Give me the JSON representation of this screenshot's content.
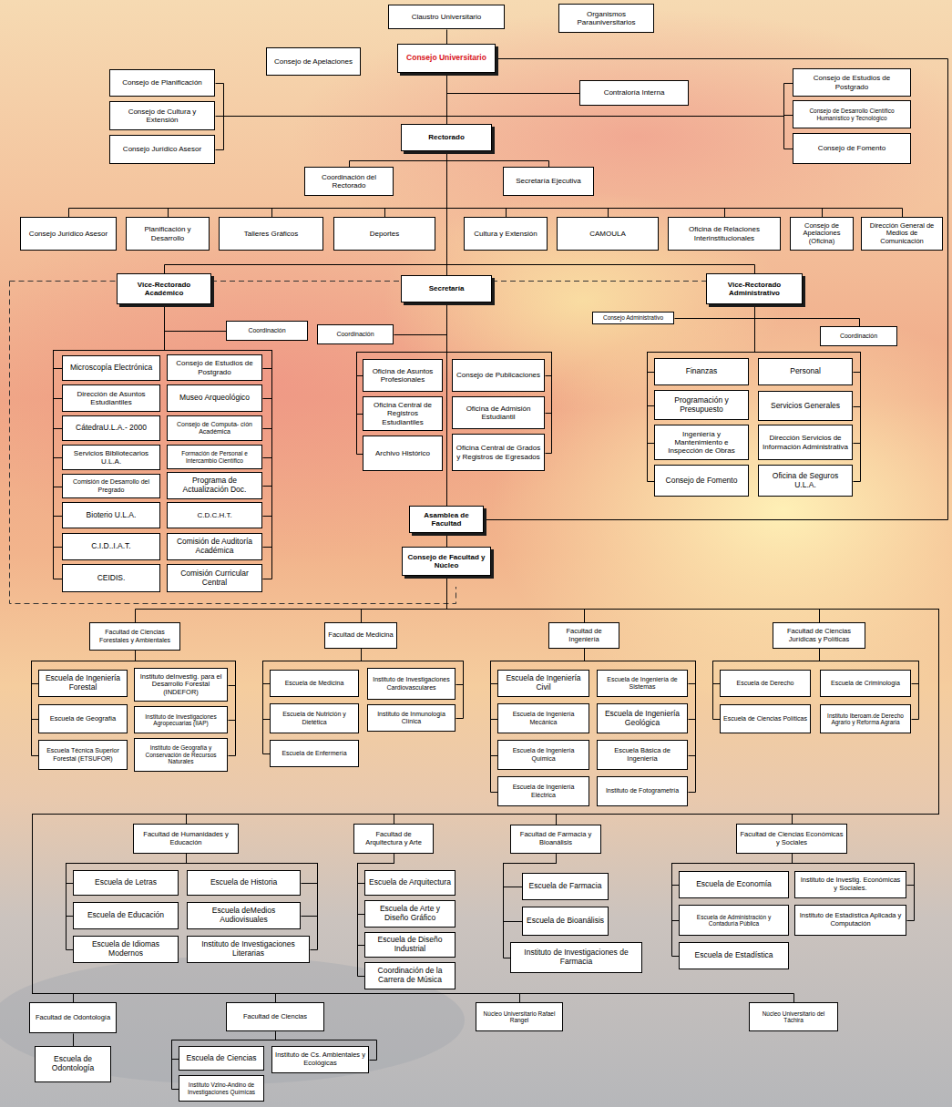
{
  "diagram": {
    "nodes": [
      {
        "text": [
          "Claustro Universitario"
        ]
      },
      {
        "text": [
          "Organismos Parauniversitarios"
        ]
      },
      {
        "text": [
          "Consejo de Apelaciones"
        ]
      },
      {
        "text": [
          "Consejo Universitario"
        ]
      },
      {
        "text": [
          "Consejo de Planificación"
        ]
      },
      {
        "text": [
          "Consejo de Cultura y Extensión"
        ]
      },
      {
        "text": [
          "Consejo Jurídico Asesor"
        ]
      },
      {
        "text": [
          "Contraloría Interna"
        ]
      },
      {
        "text": [
          "Consejo de Estudios de Postgrado"
        ]
      },
      {
        "text": [
          "Consejo de Desarrollo Científico Humanístico y Tecnológico"
        ]
      },
      {
        "text": [
          "Consejo de Fomento"
        ]
      },
      {
        "text": [
          "Rectorado"
        ]
      },
      {
        "text": [
          "Coordinación del Rectorado"
        ]
      },
      {
        "text": [
          "Secretaría Ejecutiva"
        ]
      },
      {
        "text": [
          "Consejo Jurídico Asesor"
        ]
      },
      {
        "text": [
          "Planificación y Desarrollo"
        ]
      },
      {
        "text": [
          "Talleres Gráficos"
        ]
      },
      {
        "text": [
          "Deportes"
        ]
      },
      {
        "text": [
          "Cultura y Extensión"
        ]
      },
      {
        "text": [
          "CAMOULA"
        ]
      },
      {
        "text": [
          "Oficina de Relaciones Interinstitucionales"
        ]
      },
      {
        "text": [
          "Consejo de Apelaciones (Oficina)"
        ]
      },
      {
        "text": [
          "Dirección General de Medios de Comunicación"
        ]
      },
      {
        "text": [
          "Vice-Rectorado Académico"
        ]
      },
      {
        "text": [
          "Secretaría"
        ]
      },
      {
        "text": [
          "Vice-Rectorado Administrativo"
        ]
      },
      {
        "text": [
          "Coordinación"
        ]
      },
      {
        "text": [
          "Coordinación"
        ]
      },
      {
        "text": [
          "Consejo Administrativo"
        ]
      },
      {
        "text": [
          "Coordinación"
        ]
      },
      {
        "text": [
          "Microscopía Electrónica"
        ]
      },
      {
        "text": [
          "Dirección de Asuntos Estudiantiles"
        ]
      },
      {
        "text": [
          "CátedraU.L.A.- 2000"
        ]
      },
      {
        "text": [
          "Servicios Bibliotecarios U.L.A."
        ]
      },
      {
        "text": [
          "Comisión de Desarrollo del Pregrado"
        ]
      },
      {
        "text": [
          "Bioterio U.L.A."
        ]
      },
      {
        "text": [
          "C.I.D..I.A.T."
        ]
      },
      {
        "text": [
          "CEIDIS."
        ]
      },
      {
        "text": [
          "Consejo de Estudios de Postgrado"
        ]
      },
      {
        "text": [
          "Museo Arqueológico"
        ]
      },
      {
        "text": [
          "Consejo de Computa- ción Académica"
        ]
      },
      {
        "text": [
          "Formación de Personal e Intercambio Científico"
        ]
      },
      {
        "text": [
          "Programa de Actualización Doc."
        ]
      },
      {
        "text": [
          "C.D.C.H.T."
        ]
      },
      {
        "text": [
          "Comisión de Auditoría Académica"
        ]
      },
      {
        "text": [
          "Comisión Curricular Central"
        ]
      },
      {
        "text": [
          "Oficina de Asuntos Profesionales"
        ]
      },
      {
        "text": [
          "Oficina Central de Registros Estudiantiles"
        ]
      },
      {
        "text": [
          "Archivo Histórico"
        ]
      },
      {
        "text": [
          "Consejo de Publicaciones"
        ]
      },
      {
        "text": [
          "Oficina de Admisión Estudiantil"
        ]
      },
      {
        "text": [
          "Oficina Central de Grados y Registros de Egresados"
        ]
      },
      {
        "text": [
          "Finanzas"
        ]
      },
      {
        "text": [
          "Programación y Presupuesto"
        ]
      },
      {
        "text": [
          "Ingeniería y Mantenimiento e Inspección de Obras"
        ]
      },
      {
        "text": [
          "Consejo de Fomento"
        ]
      },
      {
        "text": [
          "Personal"
        ]
      },
      {
        "text": [
          "Servicios Generales"
        ]
      },
      {
        "text": [
          "Dirección Servicios de Información Administrativa"
        ]
      },
      {
        "text": [
          "Oficina de Seguros U.L.A."
        ]
      },
      {
        "text": [
          "Asamblea de Facultad"
        ]
      },
      {
        "text": [
          "Consejo de Facultad y Núcleo"
        ]
      },
      {
        "text": [
          "Facultad de Ciencias Forestales y Ambientales"
        ]
      },
      {
        "text": [
          "Escuela de Ingeniería Forestal"
        ]
      },
      {
        "text": [
          "Escuela de Geografía"
        ]
      },
      {
        "text": [
          "Escuela Técnica Superior Forestal (ETSUFOR)"
        ]
      },
      {
        "text": [
          "Instituto deInvestig. para el Desarrollo Forestal (INDEFOR)"
        ]
      },
      {
        "text": [
          "Instituto de Investigaciones Agropecuarias (IIAP)"
        ]
      },
      {
        "text": [
          "Instituto de Geografía y Conservación de Recursos Naturales"
        ]
      },
      {
        "text": [
          "Facultad de Medicina"
        ]
      },
      {
        "text": [
          "Escuela de Medicina"
        ]
      },
      {
        "text": [
          "Escuela de Nutrición y Dietética"
        ]
      },
      {
        "text": [
          "Escuela de Enfermería"
        ]
      },
      {
        "text": [
          "Instituto de Investigaciones Cardiovasculares"
        ]
      },
      {
        "text": [
          "Instituto de Inmunología Clínica"
        ]
      },
      {
        "text": [
          "Facultad de Ingeniería"
        ]
      },
      {
        "text": [
          "Escuela de Ingeniería Civil"
        ]
      },
      {
        "text": [
          "Escuela de Ingeniería Mecánica"
        ]
      },
      {
        "text": [
          "Escuela de Ingeniería Química"
        ]
      },
      {
        "text": [
          "Escuela de Ingeniería Eléctrica"
        ]
      },
      {
        "text": [
          "Escuela de Ingeniería de Sistemas"
        ]
      },
      {
        "text": [
          "Escuela de Ingeniería Geológica"
        ]
      },
      {
        "text": [
          "Escuela Básica de Ingeniería"
        ]
      },
      {
        "text": [
          "Instituto de Fotogrametría"
        ]
      },
      {
        "text": [
          "Facultad de Ciencias Jurídicas y Políticas"
        ]
      },
      {
        "text": [
          "Escuela de Derecho"
        ]
      },
      {
        "text": [
          "Escuela de Ciencias Políticas"
        ]
      },
      {
        "text": [
          "Escuela de Criminología"
        ]
      },
      {
        "text": [
          "Instituto Iberoam.de Derecho Agrario y Reforma Agraria"
        ]
      },
      {
        "text": [
          "Facultad de Humanidades y Educación"
        ]
      },
      {
        "text": [
          "Escuela de Letras"
        ]
      },
      {
        "text": [
          "Escuela de Educación"
        ]
      },
      {
        "text": [
          "Escuela de Idiomas Modernos"
        ]
      },
      {
        "text": [
          "Escuela de Historia"
        ]
      },
      {
        "text": [
          "Escuela deMedios Audiovisuales"
        ]
      },
      {
        "text": [
          "Instituto de Investigaciones Literarias"
        ]
      },
      {
        "text": [
          "Facultad de Arquitectura y Arte"
        ]
      },
      {
        "text": [
          "Escuela de Arquitectura"
        ]
      },
      {
        "text": [
          "Escuela de Arte y Diseño Gráfico"
        ]
      },
      {
        "text": [
          "Escuela de Diseño Industrial"
        ]
      },
      {
        "text": [
          "Coordinación de la Carrera de Música"
        ]
      },
      {
        "text": [
          "Facultad de Farmacia y Bioanálisis"
        ]
      },
      {
        "text": [
          "Escuela de Farmacia"
        ]
      },
      {
        "text": [
          "Escuela de Bioanálisis"
        ]
      },
      {
        "text": [
          "Instituto de Investigaciones de Farmacia"
        ]
      },
      {
        "text": [
          "Facultad de Ciencias Económicas y Sociales"
        ]
      },
      {
        "text": [
          "Escuela de Economía"
        ]
      },
      {
        "text": [
          "Escuela de Administración y Contaduría Pública"
        ]
      },
      {
        "text": [
          "Escuela de Estadística"
        ]
      },
      {
        "text": [
          "Instituto de Investig. Económicas y Sociales."
        ]
      },
      {
        "text": [
          "Instituto de Estadística Aplicada y Computación"
        ]
      },
      {
        "text": [
          "Facultad de Odontología"
        ]
      },
      {
        "text": [
          "Escuela de Odontología"
        ]
      },
      {
        "text": [
          "Facultad de Ciencias"
        ]
      },
      {
        "text": [
          "Escuela de Ciencias"
        ]
      },
      {
        "text": [
          "Instituto Vzlno-Andino de Investigaciones Químicas"
        ]
      },
      {
        "text": [
          "Instituto de Cs. Ambientales y Ecológicas"
        ]
      },
      {
        "text": [
          "Núcleo Universitario Rafael Rangel"
        ]
      },
      {
        "text": [
          "Núcleo Universitario del Táchira"
        ]
      }
    ],
    "edges": [
      {
        "from": 0,
        "to": 3,
        "arrow": "none"
      },
      {
        "from": 3,
        "to": 4,
        "arrow": "none"
      },
      {
        "from": 3,
        "to": 5,
        "arrow": "none"
      },
      {
        "from": 3,
        "to": 6,
        "arrow": "none"
      },
      {
        "from": 3,
        "to": 7,
        "arrow": "none"
      },
      {
        "from": 3,
        "to": 8,
        "arrow": "none"
      },
      {
        "from": 3,
        "to": 9,
        "arrow": "none"
      },
      {
        "from": 3,
        "to": 10,
        "arrow": "none"
      },
      {
        "from": 3,
        "to": 11,
        "arrow": "none"
      },
      {
        "from": 3,
        "to": 60,
        "arrow": "none"
      },
      {
        "from": 11,
        "to": 12,
        "arrow": "none"
      },
      {
        "from": 11,
        "to": 13,
        "arrow": "none"
      },
      {
        "from": 11,
        "to": 14,
        "arrow": "none"
      },
      {
        "from": 11,
        "to": 15,
        "arrow": "none"
      },
      {
        "from": 11,
        "to": 16,
        "arrow": "none"
      },
      {
        "from": 11,
        "to": 17,
        "arrow": "none"
      },
      {
        "from": 11,
        "to": 18,
        "arrow": "none"
      },
      {
        "from": 11,
        "to": 19,
        "arrow": "none"
      },
      {
        "from": 11,
        "to": 20,
        "arrow": "none"
      },
      {
        "from": 11,
        "to": 21,
        "arrow": "none"
      },
      {
        "from": 11,
        "to": 22,
        "arrow": "none"
      },
      {
        "from": 11,
        "to": 23,
        "arrow": "none"
      },
      {
        "from": 11,
        "to": 24,
        "arrow": "none"
      },
      {
        "from": 11,
        "to": 25,
        "arrow": "none"
      },
      {
        "from": 23,
        "to": 26,
        "arrow": "none"
      },
      {
        "from": 23,
        "to": 30,
        "arrow": "none"
      },
      {
        "from": 23,
        "to": 31,
        "arrow": "none"
      },
      {
        "from": 23,
        "to": 32,
        "arrow": "none"
      },
      {
        "from": 23,
        "to": 33,
        "arrow": "none"
      },
      {
        "from": 23,
        "to": 34,
        "arrow": "none"
      },
      {
        "from": 23,
        "to": 35,
        "arrow": "none"
      },
      {
        "from": 23,
        "to": 36,
        "arrow": "none"
      },
      {
        "from": 23,
        "to": 37,
        "arrow": "none"
      },
      {
        "from": 23,
        "to": 38,
        "arrow": "none"
      },
      {
        "from": 23,
        "to": 39,
        "arrow": "none"
      },
      {
        "from": 23,
        "to": 40,
        "arrow": "none"
      },
      {
        "from": 23,
        "to": 41,
        "arrow": "none"
      },
      {
        "from": 23,
        "to": 42,
        "arrow": "none"
      },
      {
        "from": 23,
        "to": 43,
        "arrow": "none"
      },
      {
        "from": 23,
        "to": 44,
        "arrow": "none"
      },
      {
        "from": 23,
        "to": 45,
        "arrow": "none"
      },
      {
        "from": 24,
        "to": 27,
        "arrow": "none"
      },
      {
        "from": 24,
        "to": 46,
        "arrow": "none"
      },
      {
        "from": 24,
        "to": 47,
        "arrow": "none"
      },
      {
        "from": 24,
        "to": 48,
        "arrow": "none"
      },
      {
        "from": 24,
        "to": 49,
        "arrow": "none"
      },
      {
        "from": 24,
        "to": 50,
        "arrow": "none"
      },
      {
        "from": 24,
        "to": 51,
        "arrow": "none"
      },
      {
        "from": 24,
        "to": 60,
        "arrow": "none"
      },
      {
        "from": 25,
        "to": 28,
        "arrow": "none"
      },
      {
        "from": 25,
        "to": 29,
        "arrow": "none"
      },
      {
        "from": 25,
        "to": 52,
        "arrow": "none"
      },
      {
        "from": 25,
        "to": 53,
        "arrow": "none"
      },
      {
        "from": 25,
        "to": 54,
        "arrow": "none"
      },
      {
        "from": 25,
        "to": 55,
        "arrow": "none"
      },
      {
        "from": 25,
        "to": 56,
        "arrow": "none"
      },
      {
        "from": 25,
        "to": 57,
        "arrow": "none"
      },
      {
        "from": 25,
        "to": 58,
        "arrow": "none"
      },
      {
        "from": 25,
        "to": 59,
        "arrow": "none"
      },
      {
        "from": 60,
        "to": 61,
        "arrow": "none"
      },
      {
        "from": 61,
        "to": 62,
        "arrow": "none"
      },
      {
        "from": 61,
        "to": 69,
        "arrow": "none"
      },
      {
        "from": 61,
        "to": 75,
        "arrow": "none"
      },
      {
        "from": 61,
        "to": 84,
        "arrow": "none"
      },
      {
        "from": 61,
        "to": 89,
        "arrow": "none"
      },
      {
        "from": 61,
        "to": 96,
        "arrow": "none"
      },
      {
        "from": 61,
        "to": 101,
        "arrow": "none"
      },
      {
        "from": 61,
        "to": 105,
        "arrow": "none"
      },
      {
        "from": 61,
        "to": 111,
        "arrow": "none"
      },
      {
        "from": 61,
        "to": 113,
        "arrow": "none"
      },
      {
        "from": 61,
        "to": 117,
        "arrow": "none"
      },
      {
        "from": 61,
        "to": 118,
        "arrow": "none"
      },
      {
        "from": 62,
        "to": 63,
        "arrow": "none"
      },
      {
        "from": 62,
        "to": 64,
        "arrow": "none"
      },
      {
        "from": 62,
        "to": 65,
        "arrow": "none"
      },
      {
        "from": 62,
        "to": 66,
        "arrow": "none"
      },
      {
        "from": 62,
        "to": 67,
        "arrow": "none"
      },
      {
        "from": 62,
        "to": 68,
        "arrow": "none"
      },
      {
        "from": 69,
        "to": 70,
        "arrow": "none"
      },
      {
        "from": 69,
        "to": 71,
        "arrow": "none"
      },
      {
        "from": 69,
        "to": 72,
        "arrow": "none"
      },
      {
        "from": 69,
        "to": 73,
        "arrow": "none"
      },
      {
        "from": 69,
        "to": 74,
        "arrow": "none"
      },
      {
        "from": 75,
        "to": 76,
        "arrow": "none"
      },
      {
        "from": 75,
        "to": 77,
        "arrow": "none"
      },
      {
        "from": 75,
        "to": 78,
        "arrow": "none"
      },
      {
        "from": 75,
        "to": 79,
        "arrow": "none"
      },
      {
        "from": 75,
        "to": 80,
        "arrow": "none"
      },
      {
        "from": 75,
        "to": 81,
        "arrow": "none"
      },
      {
        "from": 75,
        "to": 82,
        "arrow": "none"
      },
      {
        "from": 75,
        "to": 83,
        "arrow": "none"
      },
      {
        "from": 84,
        "to": 85,
        "arrow": "none"
      },
      {
        "from": 84,
        "to": 86,
        "arrow": "none"
      },
      {
        "from": 84,
        "to": 87,
        "arrow": "none"
      },
      {
        "from": 84,
        "to": 88,
        "arrow": "none"
      },
      {
        "from": 89,
        "to": 90,
        "arrow": "none"
      },
      {
        "from": 89,
        "to": 91,
        "arrow": "none"
      },
      {
        "from": 89,
        "to": 92,
        "arrow": "none"
      },
      {
        "from": 89,
        "to": 93,
        "arrow": "none"
      },
      {
        "from": 89,
        "to": 94,
        "arrow": "none"
      },
      {
        "from": 89,
        "to": 95,
        "arrow": "none"
      },
      {
        "from": 96,
        "to": 97,
        "arrow": "none"
      },
      {
        "from": 96,
        "to": 98,
        "arrow": "none"
      },
      {
        "from": 96,
        "to": 99,
        "arrow": "none"
      },
      {
        "from": 96,
        "to": 100,
        "arrow": "none"
      },
      {
        "from": 101,
        "to": 102,
        "arrow": "none"
      },
      {
        "from": 101,
        "to": 103,
        "arrow": "none"
      },
      {
        "from": 101,
        "to": 104,
        "arrow": "none"
      },
      {
        "from": 105,
        "to": 106,
        "arrow": "none"
      },
      {
        "from": 105,
        "to": 107,
        "arrow": "none"
      },
      {
        "from": 105,
        "to": 108,
        "arrow": "none"
      },
      {
        "from": 105,
        "to": 109,
        "arrow": "none"
      },
      {
        "from": 105,
        "to": 110,
        "arrow": "none"
      },
      {
        "from": 111,
        "to": 112,
        "arrow": "none"
      },
      {
        "from": 113,
        "to": 114,
        "arrow": "none"
      },
      {
        "from": 113,
        "to": 115,
        "arrow": "none"
      },
      {
        "from": 113,
        "to": 116,
        "arrow": "none"
      }
    ]
  }
}
